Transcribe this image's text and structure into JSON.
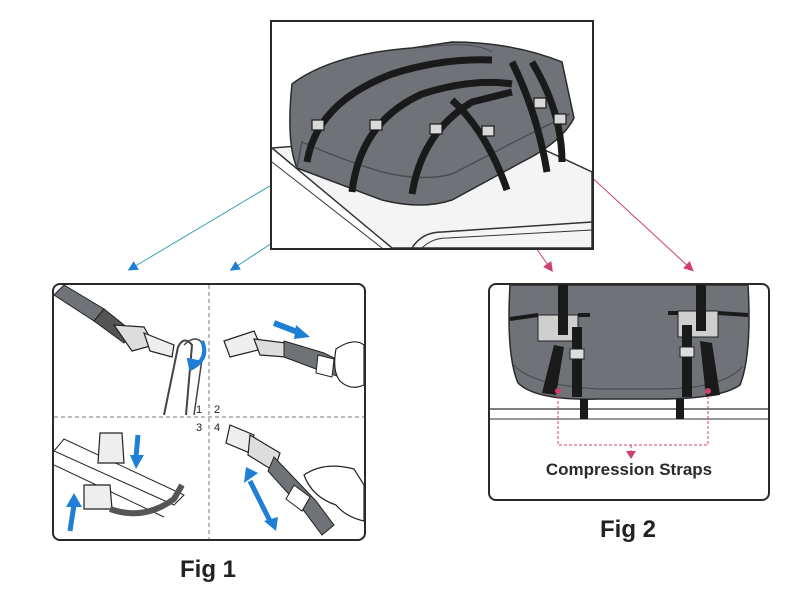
{
  "fig1": {
    "caption": "Fig 1",
    "quadrant_numbers": [
      "1",
      "2",
      "3",
      "4"
    ]
  },
  "fig2": {
    "caption": "Fig 2",
    "label": "Compression Straps"
  },
  "colors": {
    "bag": "#6f7378",
    "bag_dark": "#55595e",
    "strap": "#1a1a1a",
    "blue_arrow": "#1e7fd4",
    "teal_leader": "#3aa0b0",
    "pink_leader": "#d0406e"
  }
}
